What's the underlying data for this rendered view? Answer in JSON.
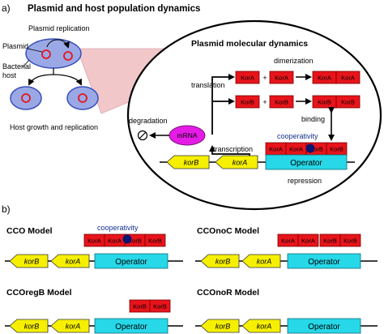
{
  "panel_a": {
    "letter": "a)",
    "title": "Plasmid and host population dynamics",
    "plasmid_replication": "Plasmid replication",
    "plasmid_label": "Plasmid",
    "bacterial_host_line1": "Bacterial",
    "bacterial_host_line2": "host",
    "host_growth": "Host growth and replication",
    "inset": {
      "title": "Plasmid molecular dynamics",
      "dimerization": "dimerization",
      "translation": "translation",
      "binding": "binding",
      "degradation": "degradation",
      "mrna": "mRNA",
      "cooperativity": "cooperativity",
      "transcription": "transcription",
      "repression": "repression",
      "plus": "+",
      "kora": "KorA",
      "korb": "KorB",
      "gene_korb": "korB",
      "gene_kora": "korA",
      "operator": "Operator"
    }
  },
  "panel_b": {
    "letter": "b)",
    "models": [
      {
        "name": "CCO Model",
        "cooperativity": "cooperativity",
        "gene1": "korB",
        "gene2": "korA",
        "operator": "Operator",
        "proteins": [
          "KorA",
          "KorA",
          "KorB",
          "KorB"
        ]
      },
      {
        "name": "CCOnoC Model",
        "gene1": "korB",
        "gene2": "korA",
        "operator": "Operator",
        "proteins": [
          "KorA",
          "KorA",
          "KorB",
          "KorB"
        ]
      },
      {
        "name": "CCOregB Model",
        "gene1": "korB",
        "gene2": "korA",
        "operator": "Operator",
        "proteins": [
          "KorB",
          "KorB"
        ]
      },
      {
        "name": "CCOnoR Model",
        "gene1": "korB",
        "gene2": "korA",
        "operator": "Operator",
        "proteins": []
      }
    ]
  },
  "colors": {
    "protein_red": "#e8141b",
    "gene_yellow": "#f6f000",
    "operator_cyan": "#26d8e8",
    "mrna_magenta": "#e51ce5",
    "cell_blue": "#9aa9e6",
    "cooperativity_text": "#16318c",
    "cooperativity_dot": "#0d1570",
    "zoom_pink": "#f2c7ca"
  }
}
